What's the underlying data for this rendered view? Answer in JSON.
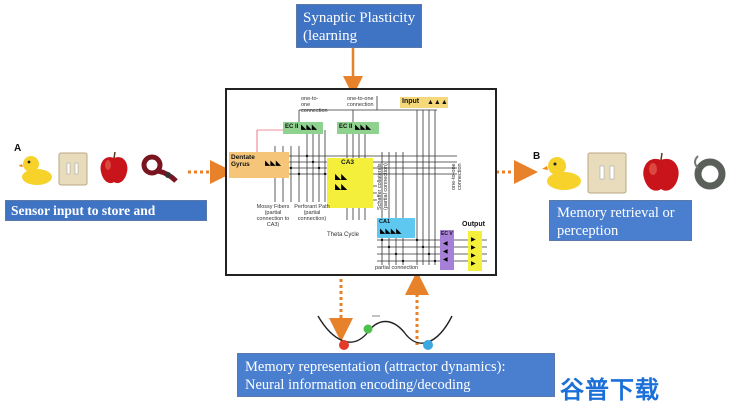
{
  "top_label": {
    "line1": "Synaptic Plasticity",
    "line2": "(learning algorithm)"
  },
  "left_label": "Sensor input to store and retrieval",
  "right_label": {
    "line1": "Memory retrieval or",
    "line2": "perception"
  },
  "bottom_label": {
    "line1": "Memory representation (attractor dynamics):",
    "line2": "Neural information encoding/decoding"
  },
  "panel_letters": {
    "left": "A",
    "right": "B"
  },
  "circuit": {
    "input": "Input",
    "ec2_left": "EC II",
    "ec2_right": "EC II",
    "dentate": {
      "line1": "Dentate",
      "line2": "Gyrus"
    },
    "ca3": "CA3",
    "ca1": "CA1",
    "ec5": "EC V",
    "output": "Output",
    "theta": "Theta Cycle",
    "conn1": "one-to-one connection",
    "conn2": "one-to-one connection",
    "mossy": {
      "line1": "Mossy Fibers",
      "line2": "(partial",
      "line3": "connection to",
      "line4": "CA3)"
    },
    "perforant": {
      "line1": "Perforant Path",
      "line2": "(partial",
      "line3": "connection)"
    },
    "schaffer": "Schaffer collaterals (partial connection)",
    "one_to_one_vertical": "one-to-one connection",
    "partial_connection": "partial connection"
  },
  "watermark": "谷普下载",
  "colors": {
    "label_blue": "#3f73c4",
    "arrow_orange": "#e8822a",
    "ec_green": "#8fd18f",
    "dentate_orange": "#f5c67a",
    "ca3_yellow": "#f3ef3b",
    "ca1_blue": "#5ec8f0",
    "ec5_purple": "#a67fd6",
    "output_yellow": "#f3ef3b"
  },
  "icons": [
    "duck-toy",
    "light-switch",
    "red-apple",
    "rope-coil"
  ]
}
